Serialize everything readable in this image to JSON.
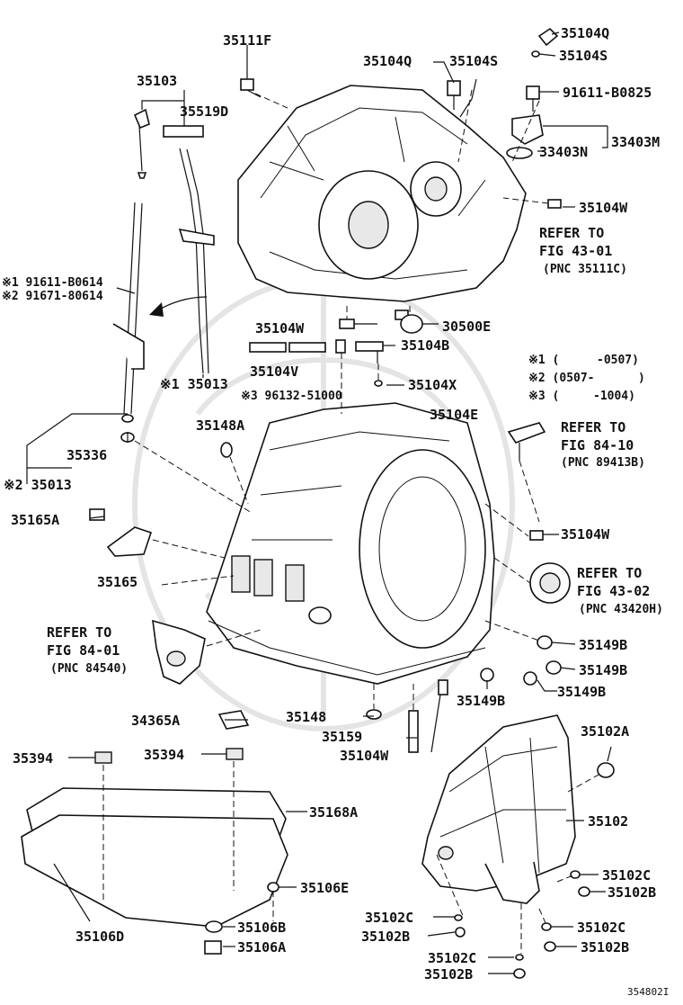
{
  "labels": {
    "p35111F": "35111F",
    "p35104Q_a": "35104Q",
    "p35104S_a": "35104S",
    "p35104Q_b": "35104Q",
    "p35104S_b": "35104S",
    "p91611B0825": "91611-B0825",
    "p33403M": "33403M",
    "p33403N": "33403N",
    "p35103": "35103",
    "p35519D": "35519D",
    "p35104W_a": "35104W",
    "refer1_l1": "REFER TO",
    "refer1_l2": "FIG 43-01",
    "refer1_l3": "(PNC 35111C)",
    "n91611B0614": "※1 91611-B0614",
    "n91671_80614": "※2 91671-80614",
    "p35104W_b": "35104W",
    "p30500E": "30500E",
    "p35104B_a": "35104B",
    "p35104V": "35104V",
    "p35013_a": "※1 35013",
    "n96132": "※3 96132-51000",
    "p35104X": "35104X",
    "fn1_mark": "※1 (",
    "fn1_val": "-0507)",
    "fn2_mark": "※2 (0507-",
    "fn2_val": ")",
    "fn3_mark": "※3 (",
    "fn3_val": "-1004)",
    "p35148A": "35148A",
    "p35104E": "35104E",
    "refer2_l1": "REFER TO",
    "refer2_l2": "FIG 84-10",
    "refer2_l3": "(PNC 89413B)",
    "p35336": "35336",
    "p35013_b": "※2 35013",
    "p35165A": "35165A",
    "p35104W_c": "35104W",
    "p35165": "35165",
    "refer3_l1": "REFER TO",
    "refer3_l2": "FIG 43-02",
    "refer3_l3": "(PNC 43420H)",
    "refer4_l1": "REFER TO",
    "refer4_l2": "FIG 84-01",
    "refer4_l3": "(PNC 84540)",
    "p35149B_a": "35149B",
    "p35149B_b": "35149B",
    "p35149B_c": "35149B",
    "p35149B_d": "35149B",
    "p34365A": "34365A",
    "p35148": "35148",
    "p35159": "35159",
    "p35104W_d": "35104W",
    "p35102A": "35102A",
    "p35394_a": "35394",
    "p35394_b": "35394",
    "p35168A": "35168A",
    "p35102": "35102",
    "p35106E": "35106E",
    "p35102C_a": "35102C",
    "p35102B_a": "35102B",
    "p35106D": "35106D",
    "p35102C_b": "35102C",
    "p35106B": "35106B",
    "p35102C_c": "35102C",
    "p35102B_b": "35102B",
    "p35106A": "35106A",
    "p35102B_c": "35102B",
    "p35102C_d": "35102C",
    "p35102B_d": "35102B",
    "fig_id": "354802I"
  }
}
